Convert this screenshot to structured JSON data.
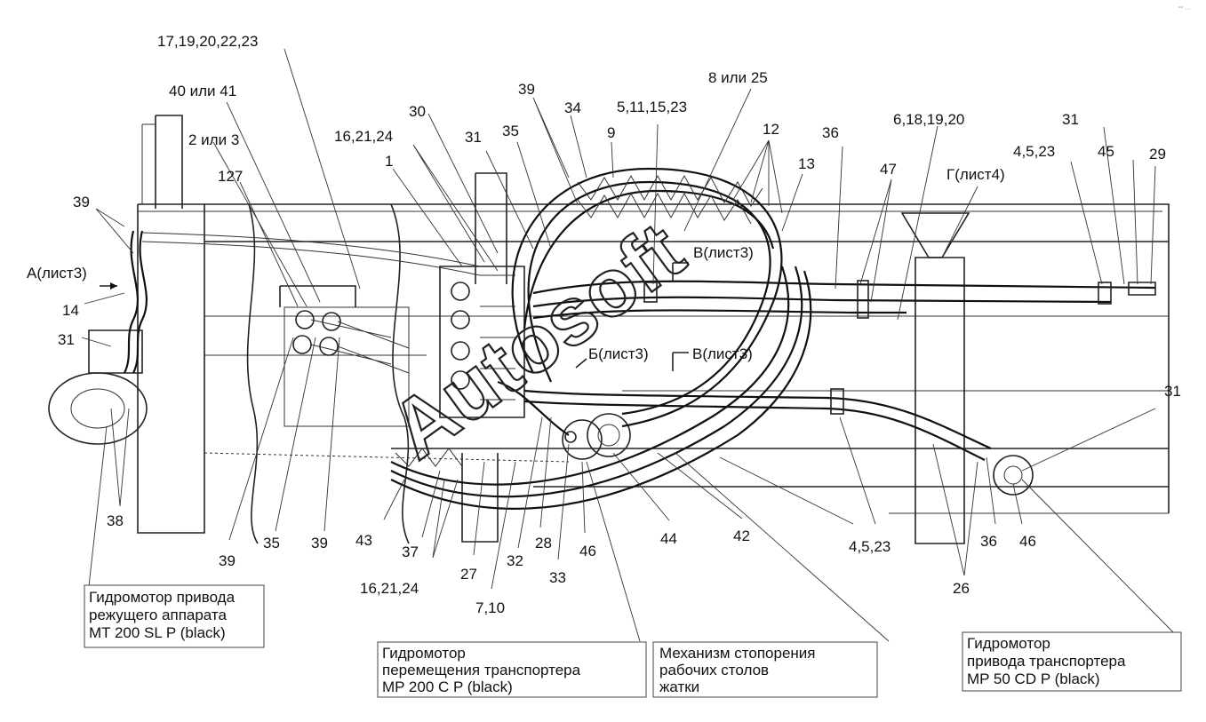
{
  "labels": [
    {
      "id": "l01",
      "text": "17,19,20,22,23"
    },
    {
      "id": "l02",
      "text": "40 или 41"
    },
    {
      "id": "l03",
      "text": "2 или 3"
    },
    {
      "id": "l04",
      "text": "127"
    },
    {
      "id": "l05",
      "text": "39"
    },
    {
      "id": "l06",
      "text": "А(лист3)"
    },
    {
      "id": "l07",
      "text": "14"
    },
    {
      "id": "l08",
      "text": "31"
    },
    {
      "id": "l09",
      "text": "38"
    },
    {
      "id": "l10",
      "text": "39"
    },
    {
      "id": "l11",
      "text": "35"
    },
    {
      "id": "l12",
      "text": "39"
    },
    {
      "id": "l13",
      "text": "43"
    },
    {
      "id": "l14",
      "text": "37"
    },
    {
      "id": "l15",
      "text": "16,21,24"
    },
    {
      "id": "l16",
      "text": "27"
    },
    {
      "id": "l17",
      "text": "32"
    },
    {
      "id": "l18",
      "text": "28"
    },
    {
      "id": "l19",
      "text": "7,10"
    },
    {
      "id": "l20",
      "text": "33"
    },
    {
      "id": "l21",
      "text": "46"
    },
    {
      "id": "l22",
      "text": "44"
    },
    {
      "id": "l23",
      "text": "42"
    },
    {
      "id": "l24",
      "text": "4,5,23"
    },
    {
      "id": "l25",
      "text": "26"
    },
    {
      "id": "l26",
      "text": "36"
    },
    {
      "id": "l27",
      "text": "46"
    },
    {
      "id": "l28",
      "text": "31"
    },
    {
      "id": "l29",
      "text": "16,21,24"
    },
    {
      "id": "l30",
      "text": "1"
    },
    {
      "id": "l31",
      "text": "30"
    },
    {
      "id": "l32",
      "text": "31"
    },
    {
      "id": "l33",
      "text": "35"
    },
    {
      "id": "l34",
      "text": "39"
    },
    {
      "id": "l35",
      "text": "34"
    },
    {
      "id": "l36",
      "text": "9"
    },
    {
      "id": "l37",
      "text": "5,11,15,23"
    },
    {
      "id": "l38",
      "text": "8 или 25"
    },
    {
      "id": "l39",
      "text": "12"
    },
    {
      "id": "l40",
      "text": "13"
    },
    {
      "id": "l41",
      "text": "36"
    },
    {
      "id": "l42",
      "text": "6,18,19,20"
    },
    {
      "id": "l43",
      "text": "47"
    },
    {
      "id": "l44",
      "text": "Г(лист4)"
    },
    {
      "id": "l45",
      "text": "31"
    },
    {
      "id": "l46",
      "text": "4,5,23"
    },
    {
      "id": "l47",
      "text": "45"
    },
    {
      "id": "l48",
      "text": "29"
    },
    {
      "id": "l49",
      "text": "В(лист3)"
    },
    {
      "id": "l50",
      "text": "Б(лист3)"
    },
    {
      "id": "l51",
      "text": "В(лист3)"
    }
  ],
  "captions": [
    {
      "id": "c1",
      "lines": [
        "Гидромотор привода",
        "режущего аппарата",
        "MT 200 SL P (black)"
      ]
    },
    {
      "id": "c2",
      "lines": [
        "Гидромотор",
        "перемещения транспортера",
        "MP 200 C P (black)"
      ]
    },
    {
      "id": "c3",
      "lines": [
        "Механизм стопорения",
        "рабочих столов",
        "жатки"
      ]
    },
    {
      "id": "c4",
      "lines": [
        "Гидромотор",
        "привода транспортера",
        "MP 50 CD P (black)"
      ]
    }
  ],
  "watermark": {
    "text": "Autosoft"
  },
  "corner_mark": {
    "text": "°° ···"
  }
}
